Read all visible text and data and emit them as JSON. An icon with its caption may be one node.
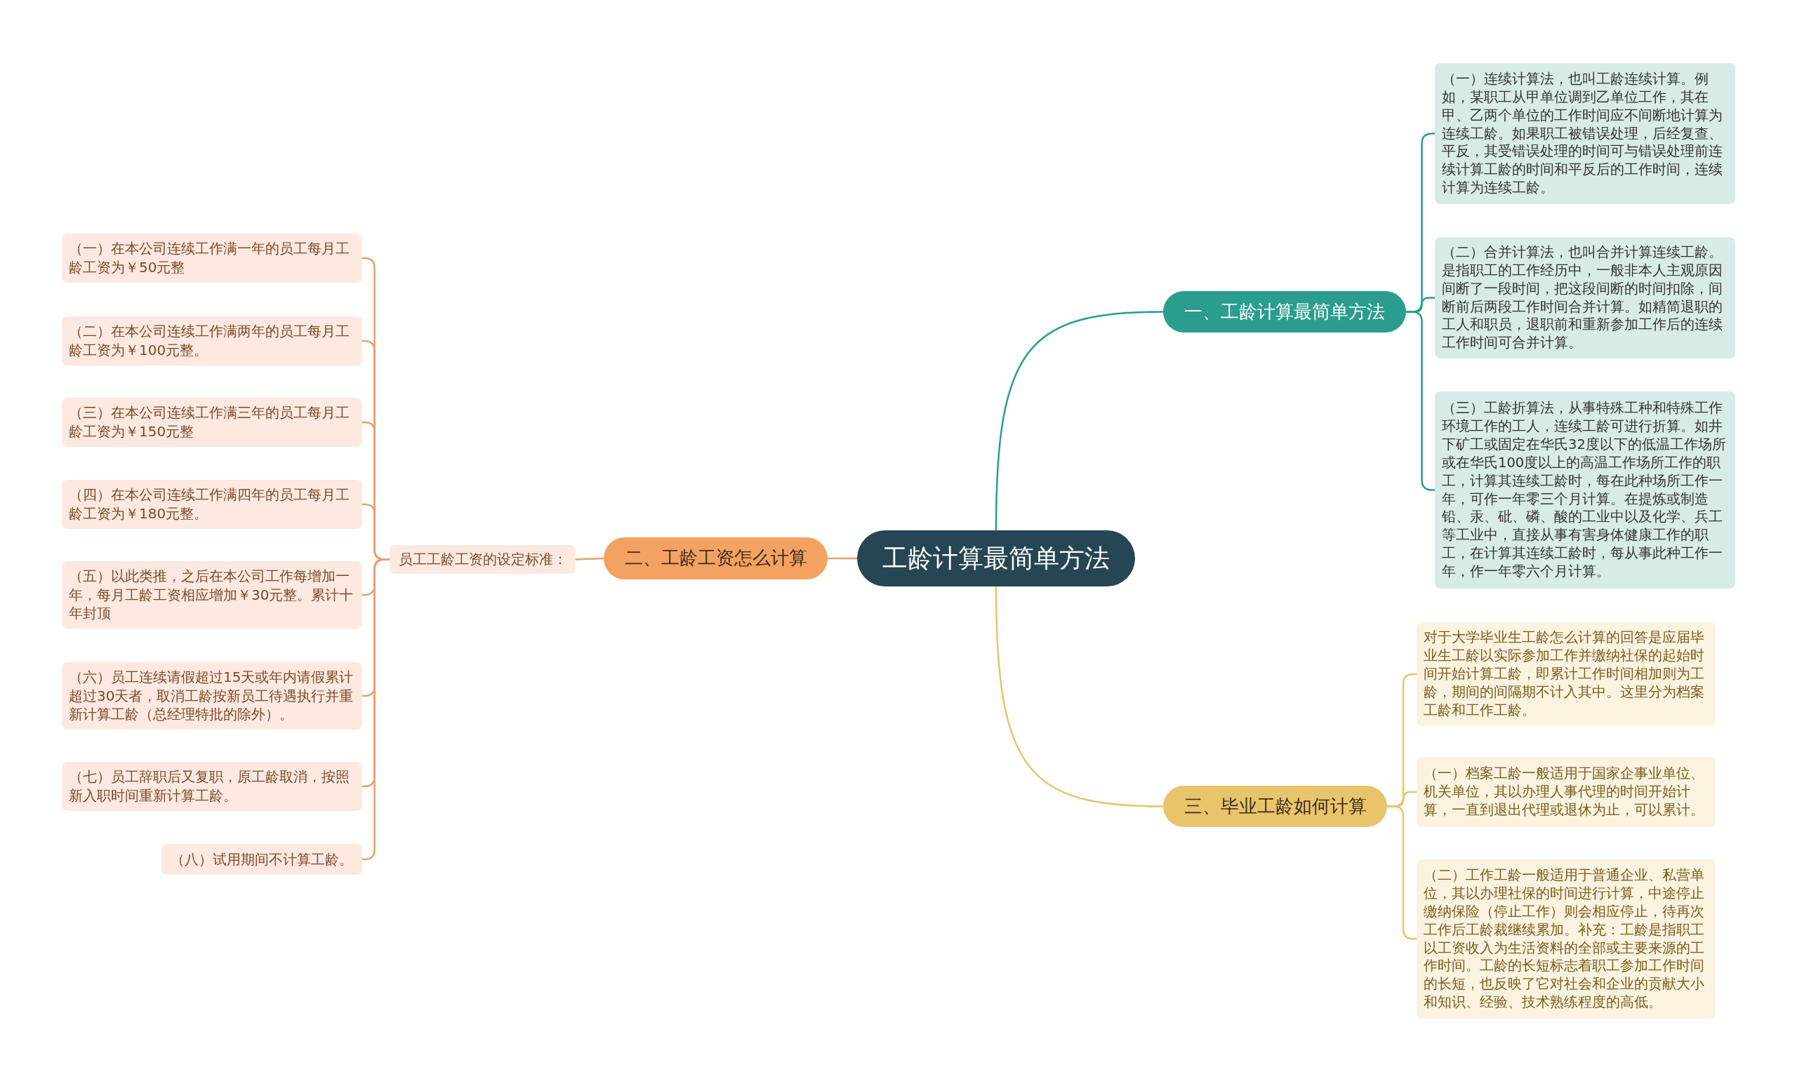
{
  "diagram": {
    "nodes": [
      {
        "text": [
          "工龄计算最简单方法"
        ]
      },
      {
        "text": [
          "一、工龄计算最简单方法"
        ]
      },
      {
        "text": [
          "（一）连续计算法，也叫工龄连续计算。例如，某职工从甲单位调到乙单位工作，其在甲、乙两个单位的工作时间应不间断地计算为连续工龄。如果职工被错误处理，后经复查、平反，其受错误处理的时间可与错误处理前连续计算工龄的时间和平反后的工作时间，连续计算为连续工龄。"
        ]
      },
      {
        "text": [
          "（二）合并计算法，也叫合并计算连续工龄。是指职工的工作经历中，一般非本人主观原因间断了一段时间，把这段间断的时间扣除，间断前后两段工作时间合并计算。如精简退职的工人和职员，退职前和重新参加工作后的连续工作时间可合并计算。"
        ]
      },
      {
        "text": [
          "（三）工龄折算法，从事特殊工种和特殊工作环境工作的工人，连续工龄可进行折算。如井下矿工或固定在华氏32度以下的低温工作场所或在华氏100度以上的高温工作场所工作的职工，计算其连续工龄时，每在此种场所工作一年，可作一年零三个月计算。在提炼或制造铅、汞、砒、磷、酸的工业中以及化学、兵工等工业中，直接从事有害身体健康工作的职工，在计算其连续工龄时，每从事此种工作一年，作一年零六个月计算。"
        ]
      },
      {
        "text": [
          "二、工龄工资怎么计算"
        ]
      },
      {
        "text": [
          "员工工龄工资的设定标准："
        ]
      },
      {
        "text": [
          "（一）在本公司连续工作满一年的员工每月工龄工资为￥50元整"
        ]
      },
      {
        "text": [
          "（二）在本公司连续工作满两年的员工每月工龄工资为￥100元整。"
        ]
      },
      {
        "text": [
          "（三）在本公司连续工作满三年的员工每月工龄工资为￥150元整"
        ]
      },
      {
        "text": [
          "（四）在本公司连续工作满四年的员工每月工龄工资为￥180元整。"
        ]
      },
      {
        "text": [
          "（五）以此类推，之后在本公司工作每增加一年，每月工龄工资相应增加￥30元整。累计十年封顶"
        ]
      },
      {
        "text": [
          "（六）员工连续请假超过15天或年内请假累计超过30天者，取消工龄按新员工待遇执行并重新计算工龄（总经理特批的除外）。"
        ]
      },
      {
        "text": [
          "（七）员工辞职后又复职，原工龄取消，按照新入职时间重新计算工龄。"
        ]
      },
      {
        "text": [
          "（八）试用期间不计算工龄。"
        ]
      },
      {
        "text": [
          "三、毕业工龄如何计算"
        ]
      },
      {
        "text": [
          "对于大学毕业生工龄怎么计算的回答是应届毕业生工龄以实际参加工作并缴纳社保的起始时间开始计算工龄，即累计工作时间相加则为工龄，期间的间隔期不计入其中。这里分为档案工龄和工作工龄。"
        ]
      },
      {
        "text": [
          "（一）档案工龄一般适用于国家企事业单位、机关单位，其以办理人事代理的时间开始计算，一直到退出代理或退休为止，可以累计。"
        ]
      },
      {
        "text": [
          "（二）工作工龄一般适用于普通企业、私营单位，其以办理社保的时间进行计算，中途停止缴纳保险（停止工作）则会相应停止，待再次工作后工龄裁继续累加。补充：工龄是指职工以工资收入为生活资料的全部或主要来源的工作时间。工龄的长短标志着职工参加工作时间的长短，也反映了它对社会和企业的贡献大小和知识、经验、技术熟练程度的高低。"
        ]
      }
    ],
    "edges": [
      {
        "from": 0,
        "to": 1,
        "arrow": "none",
        "color": "#2a9d8f"
      },
      {
        "from": 1,
        "to": 2,
        "arrow": "none",
        "color": "#2a9d8f"
      },
      {
        "from": 1,
        "to": 3,
        "arrow": "none",
        "color": "#2a9d8f"
      },
      {
        "from": 1,
        "to": 4,
        "arrow": "none",
        "color": "#2a9d8f"
      },
      {
        "from": 0,
        "to": 5,
        "arrow": "none"
      },
      {
        "from": 5,
        "to": 6,
        "arrow": "none"
      },
      {
        "from": 6,
        "to": 7,
        "arrow": "none"
      },
      {
        "from": 6,
        "to": 8,
        "arrow": "none"
      },
      {
        "from": 6,
        "to": 9,
        "arrow": "none"
      },
      {
        "from": 6,
        "to": 10,
        "arrow": "none"
      },
      {
        "from": 6,
        "to": 11,
        "arrow": "none"
      },
      {
        "from": 6,
        "to": 12,
        "arrow": "none"
      },
      {
        "from": 6,
        "to": 13,
        "arrow": "none"
      },
      {
        "from": 6,
        "to": 14,
        "arrow": "none"
      },
      {
        "from": 0,
        "to": 15,
        "arrow": "none",
        "color": "#e9c46a"
      },
      {
        "from": 15,
        "to": 16,
        "arrow": "none",
        "color": "#e9c46a"
      },
      {
        "from": 15,
        "to": 17,
        "arrow": "none",
        "color": "#e9c46a"
      },
      {
        "from": 15,
        "to": 18,
        "arrow": "none",
        "color": "#e9c46a"
      }
    ]
  }
}
